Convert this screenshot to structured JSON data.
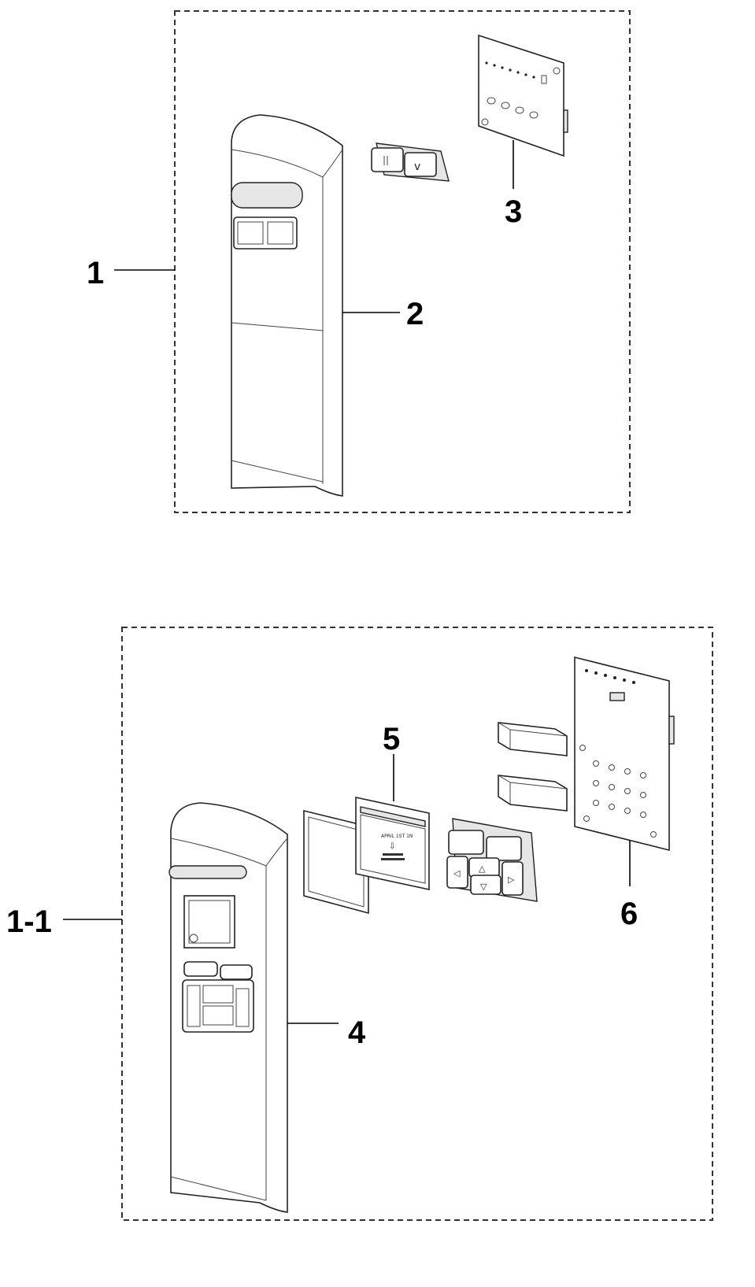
{
  "diagram": {
    "assemblies": [
      {
        "label": "1",
        "parts": [
          "2",
          "3"
        ]
      },
      {
        "label": "1-1",
        "parts": [
          "4",
          "5",
          "6"
        ]
      }
    ],
    "part_labels": {
      "p1": "1",
      "p2": "2",
      "p3": "3",
      "p1_1": "1-1",
      "p4": "4",
      "p5": "5",
      "p6": "6"
    }
  }
}
